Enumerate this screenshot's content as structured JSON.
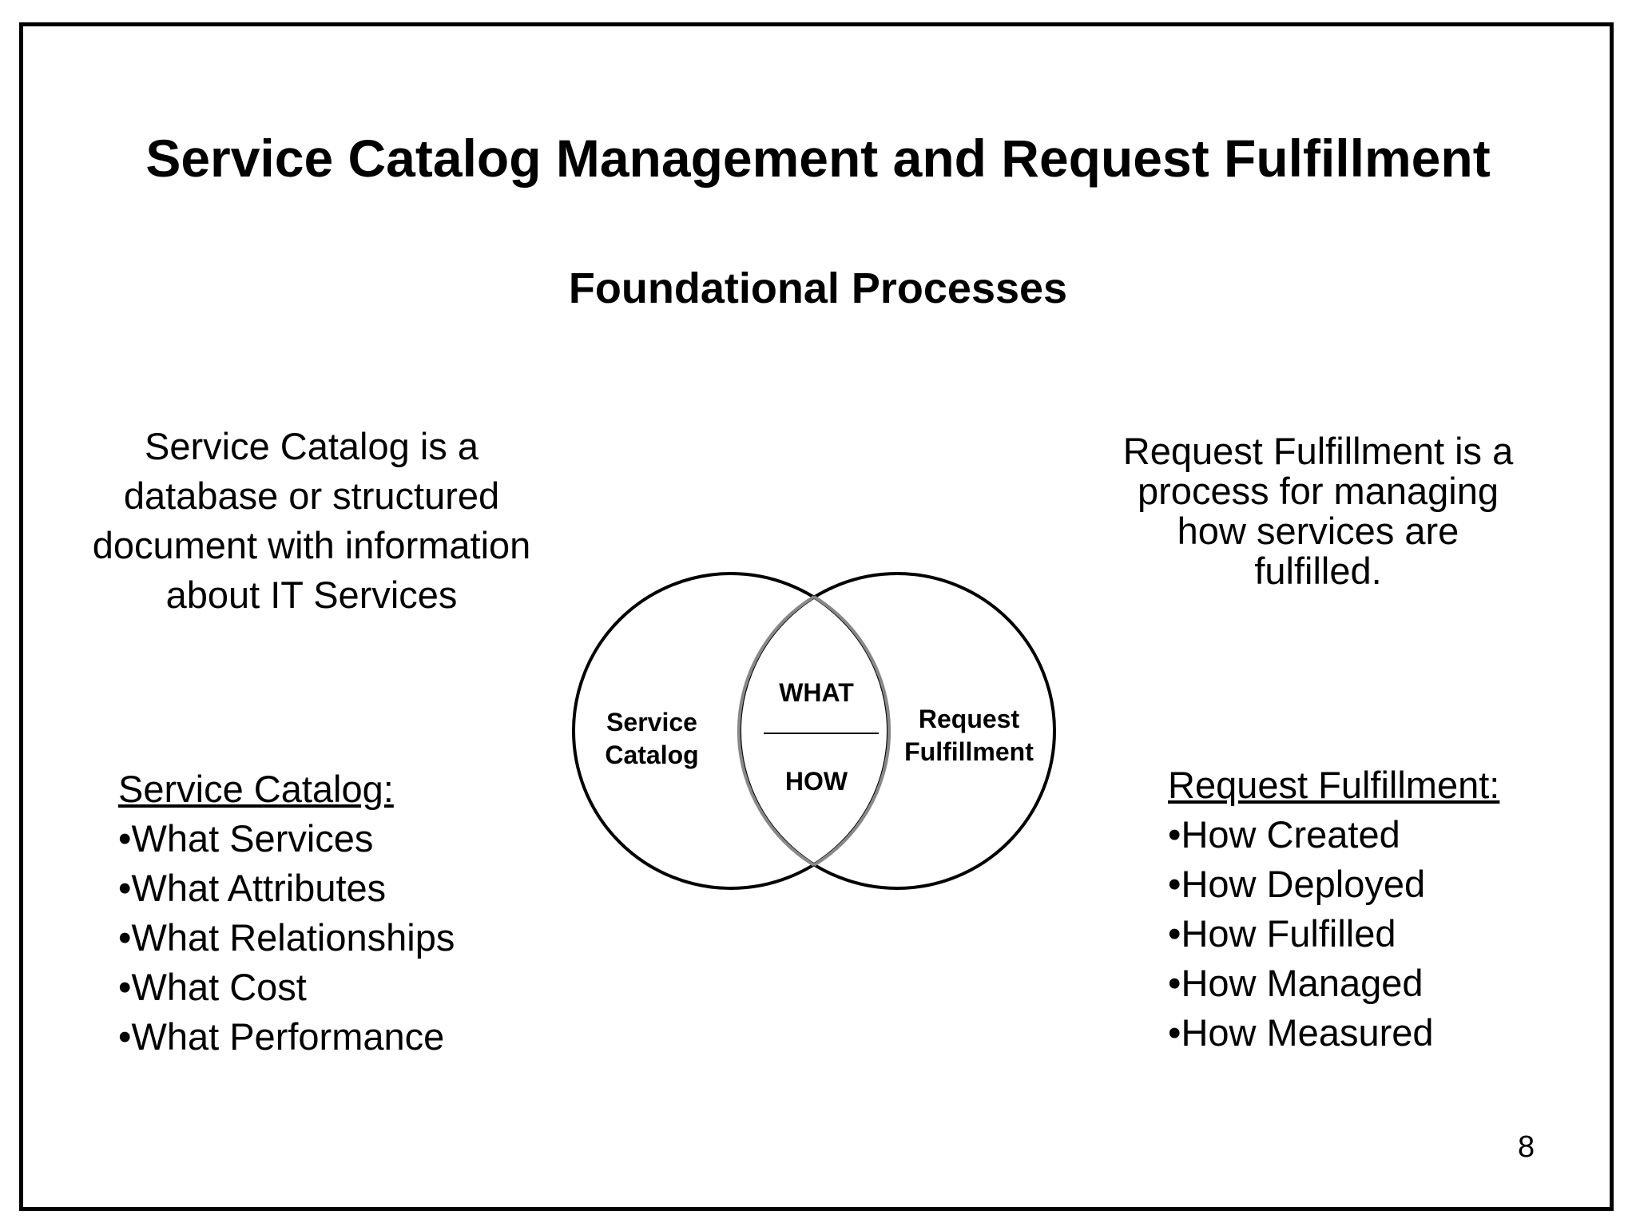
{
  "slide": {
    "title": "Service Catalog Management and Request Fulfillment",
    "subtitle": "Foundational Processes",
    "page_number": "8"
  },
  "left": {
    "description": [
      "Service Catalog is a",
      "database or structured",
      "document with information",
      "about IT Services"
    ],
    "list_heading": "Service Catalog:",
    "items": [
      "•What Services",
      "•What Attributes",
      "•What Relationships",
      "•What Cost",
      "•What Performance"
    ]
  },
  "right": {
    "description": [
      "Request Fulfillment is a",
      "process for managing",
      "how services are",
      "fulfilled."
    ],
    "list_heading": "Request Fulfillment:",
    "items": [
      "•How Created",
      "•How Deployed",
      "•How Fulfilled",
      "•How Managed",
      "•How Measured"
    ]
  },
  "venn": {
    "left_label": [
      "Service",
      "Catalog"
    ],
    "right_label": [
      "Request",
      "Fulfillment"
    ],
    "center_top": "WHAT",
    "center_bottom": "HOW"
  }
}
